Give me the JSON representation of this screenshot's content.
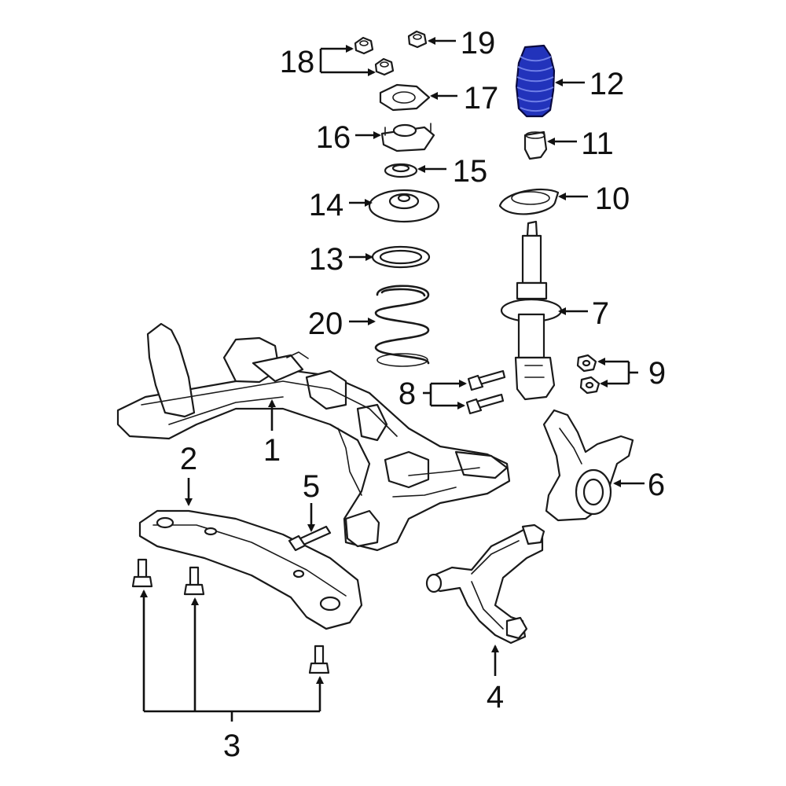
{
  "callouts": [
    {
      "id": "1",
      "label": "1"
    },
    {
      "id": "2",
      "label": "2"
    },
    {
      "id": "3",
      "label": "3"
    },
    {
      "id": "4",
      "label": "4"
    },
    {
      "id": "5",
      "label": "5"
    },
    {
      "id": "6",
      "label": "6"
    },
    {
      "id": "7",
      "label": "7"
    },
    {
      "id": "8",
      "label": "8"
    },
    {
      "id": "9",
      "label": "9"
    },
    {
      "id": "10",
      "label": "10"
    },
    {
      "id": "11",
      "label": "11"
    },
    {
      "id": "12",
      "label": "12"
    },
    {
      "id": "13",
      "label": "13"
    },
    {
      "id": "14",
      "label": "14"
    },
    {
      "id": "15",
      "label": "15"
    },
    {
      "id": "16",
      "label": "16"
    },
    {
      "id": "17",
      "label": "17"
    },
    {
      "id": "18",
      "label": "18"
    },
    {
      "id": "19",
      "label": "19"
    },
    {
      "id": "20",
      "label": "20"
    }
  ],
  "colors": {
    "highlight": "#2233bb",
    "line": "#1a1a1a",
    "background": "#ffffff"
  },
  "highlighted_part": "12"
}
